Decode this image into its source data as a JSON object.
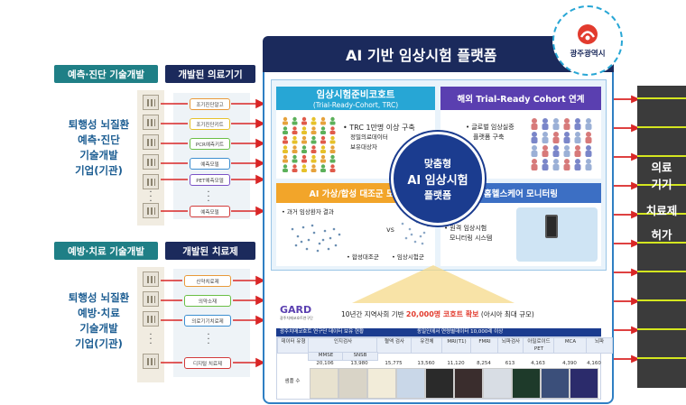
{
  "left": {
    "diag_header": "예측·진단 기술개발",
    "devices_header": "개발된 의료기기",
    "diag_label": [
      "퇴행성 뇌질환",
      "예측·진단",
      "기술개발",
      "기업(기관)"
    ],
    "device_tags": [
      "조기진단알고",
      "조기진단키트",
      "PCR예측키트",
      "예측모델",
      "PET예측모델",
      "예측모델"
    ],
    "tx_header": "예방·치료 기술개발",
    "therapeutics_header": "개발된 치료제",
    "tx_label": [
      "퇴행성 뇌질환",
      "예방·치료",
      "기술개발",
      "기업(기관)"
    ],
    "therapy_tags": [
      "신약치료제",
      "의약소재",
      "의료기기치료제",
      "디지털 치료제"
    ],
    "colors": {
      "teal": "#1f7f86",
      "navy": "#1b2a5c",
      "arrow_red": "#d92626"
    }
  },
  "platform": {
    "title": "AI 기반 임상시험 플랫폼",
    "city": "광주광역시",
    "cohort_title": "임상시험준비코호트",
    "cohort_sub": "(Trial-Ready-Cohort, TRC)",
    "cohort_bullets": [
      "TRC 1만명 이상 구축",
      "정밀의료데이터",
      "보유대상자"
    ],
    "overseas_title": "해외 Trial-Ready Cohort 연계",
    "overseas_bullets": [
      "글로벌 임상실증",
      "플랫폼 구축"
    ],
    "center_lines": [
      "맞춤형",
      "AI 임상시험",
      "플랫폼"
    ],
    "virtual_title": "AI 가상/합성 대조군 모델",
    "virtual_bullets": [
      "과거 임상환자 결과",
      "vs",
      "합성대조군",
      "임상시험군"
    ],
    "monitor_title": "홈헬스케어 모니터링",
    "monitor_bullets": [
      "원격 임상시험",
      "모니터링 시스템"
    ],
    "gard_logo": "GARD",
    "gard_sub": "광주치매코호트연구단",
    "summary_prefix": "10년간 지역사회 기반",
    "summary_highlight": "20,000명 코호트 확보",
    "summary_suffix": "(아시아 최대 규모)",
    "table_title_a": "광주치매코호트 연구단 데이터 보유 현황",
    "table_title_b": "동일인에서 연령별데이터 10,000례 이상",
    "col_headers": [
      "데이터 유형",
      "인지검사",
      "혈액 검사",
      "유전체",
      "MRI(T1)",
      "FMRI",
      "뇌파검사",
      "아밀로이드 PET",
      "MCA",
      "뇌파"
    ],
    "sub_headers": [
      "MMSE",
      "SNSB"
    ],
    "row_label": "샘플 수",
    "row_values": [
      "20,106",
      "13,980",
      "15,775",
      "13,560",
      "11,120",
      "8,254",
      "613",
      "4,163",
      "4,390",
      "4,160"
    ],
    "colors": {
      "frame": "#2f7fc3",
      "title_bg": "#1b2a5c",
      "cohort": "#27a6d5",
      "overseas": "#5a3fb0",
      "virtual": "#f2a52a",
      "monitor": "#3c6fc4",
      "center": "#1b3c8f",
      "highlight": "#e23b2e"
    }
  },
  "right": {
    "labels": [
      "의료",
      "기기",
      "치료제",
      "허가"
    ],
    "colors": {
      "bar": "#3b3b3b",
      "text": "#ffffff",
      "accent": "#d4e61f",
      "arrow": "#d92626"
    }
  }
}
